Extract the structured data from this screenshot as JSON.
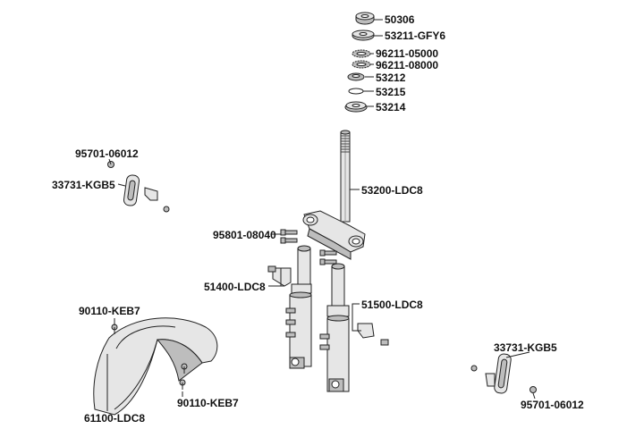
{
  "colors": {
    "line": "#222222",
    "part_fill": "#e6e6e6",
    "part_shade": "#bdbdbd",
    "background": "#ffffff"
  },
  "parts": {
    "p50306": "50306",
    "p53211": "53211-GFY6",
    "p96211a": "96211-05000",
    "p96211b": "96211-08000",
    "p53212": "53212",
    "p53215": "53215",
    "p53214": "53214",
    "p53200": "53200-LDC8",
    "p95801": "95801-08040",
    "p51400": "51400-LDC8",
    "p51500": "51500-LDC8",
    "p95701a": "95701-06012",
    "p33731a": "33731-KGB5",
    "p90110a": "90110-KEB7",
    "p90110b": "90110-KEB7",
    "p61100": "61100-LDC8",
    "p33731b": "33731-KGB5",
    "p95701b": "95701-06012"
  }
}
